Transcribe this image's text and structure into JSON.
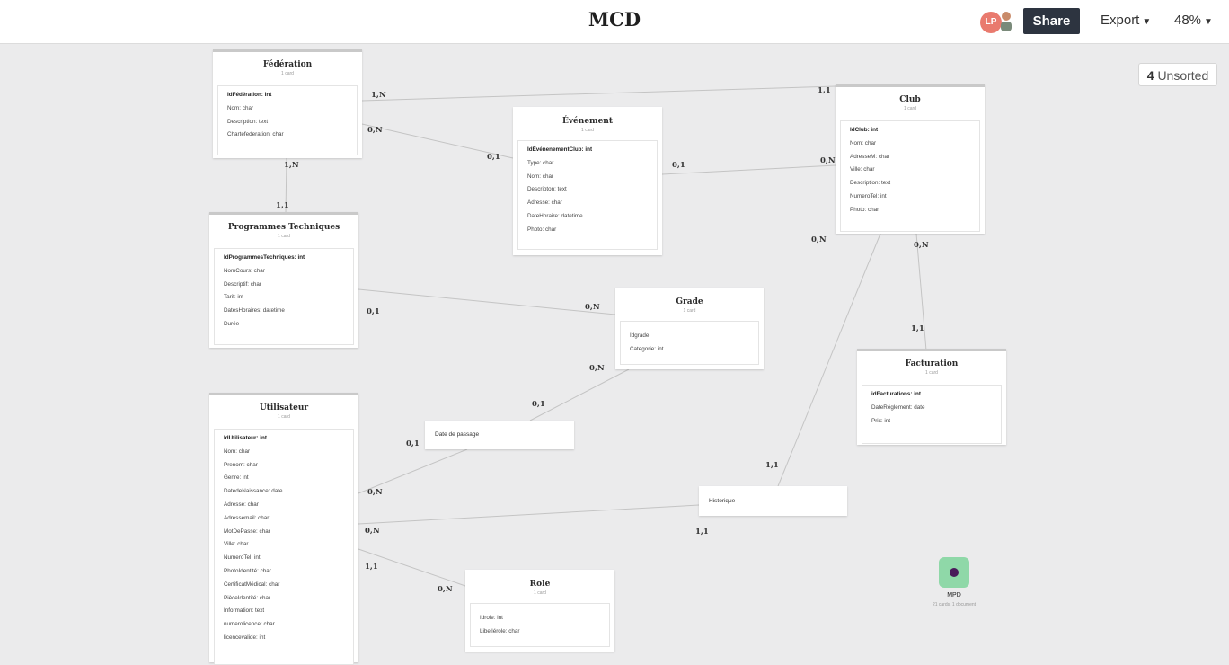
{
  "header": {
    "title": "MCD",
    "avatar_initials": "LP",
    "share_label": "Share",
    "export_label": "Export",
    "zoom_label": "48%"
  },
  "unsorted": {
    "count": "4",
    "label": "Unsorted"
  },
  "entities": [
    {
      "name": "Fédération",
      "meta": "1 card",
      "fields": [
        "IdFédération: int",
        "Nom: char",
        "Description: text",
        "Chartefederation: char"
      ]
    },
    {
      "name": "Événement",
      "meta": "1 card",
      "fields": [
        "IdÉvénenementClub: int",
        "Type: char",
        "Nom: char",
        "Descripton: text",
        "Adresse: char",
        "DateHoraire: datetime",
        "Photo: char"
      ]
    },
    {
      "name": "Club",
      "meta": "1 card",
      "fields": [
        "IdClub: int",
        "Nom: char",
        "AdresseM: char",
        "Ville: char",
        "Description: text",
        "NumeroTel: int",
        "Photo: char"
      ]
    },
    {
      "name": "Programmes Techniques",
      "meta": "1 card",
      "fields": [
        "IdProgrammesTechniques: int",
        "NomCours: char",
        "Descriptif: char",
        "Tarif: int",
        "DatesHoraires: datetime",
        "Durée"
      ]
    },
    {
      "name": "Grade",
      "meta": "1 card",
      "fields": [
        "Idgrade",
        "Categorie: int"
      ]
    },
    {
      "name": "Facturation",
      "meta": "1 card",
      "fields": [
        "idFacturations: int",
        "DateRéglement: date",
        "Prix: int"
      ]
    },
    {
      "name": "Utilisateur",
      "meta": "1 card",
      "fields": [
        "IdUtilisateur: int",
        "Nom: char",
        "Prenom: char",
        "Genre: int",
        "DatedeNaissance: date",
        "Adresse: char",
        "Adressemail: char",
        "MotDePasse: char",
        "Ville: char",
        "NumeroTel: int",
        "PhotoIdentité: char",
        "CertificatMédical: char",
        "PièceIdentité: char",
        "Information: text",
        "numerolicence: char",
        "licencevalide: int"
      ]
    },
    {
      "name": "Role",
      "meta": "1 card",
      "fields": [
        "Idrole: int",
        "Libellérole: char"
      ]
    }
  ],
  "associations": [
    "Date de passage",
    "Historique"
  ],
  "cardinalities": [
    "1,N",
    "1,1",
    "0,N",
    "0,1",
    "1,N",
    "1,1",
    "0,1",
    "0,N",
    "0,N",
    "0,N",
    "1,1",
    "0,1",
    "0,N",
    "0,N",
    "0,1",
    "0,1",
    "0,N",
    "1,1",
    "0,N",
    "1,1",
    "1,1",
    "0,N"
  ],
  "document": {
    "name": "MPD",
    "meta": "21 cards, 1 document"
  }
}
